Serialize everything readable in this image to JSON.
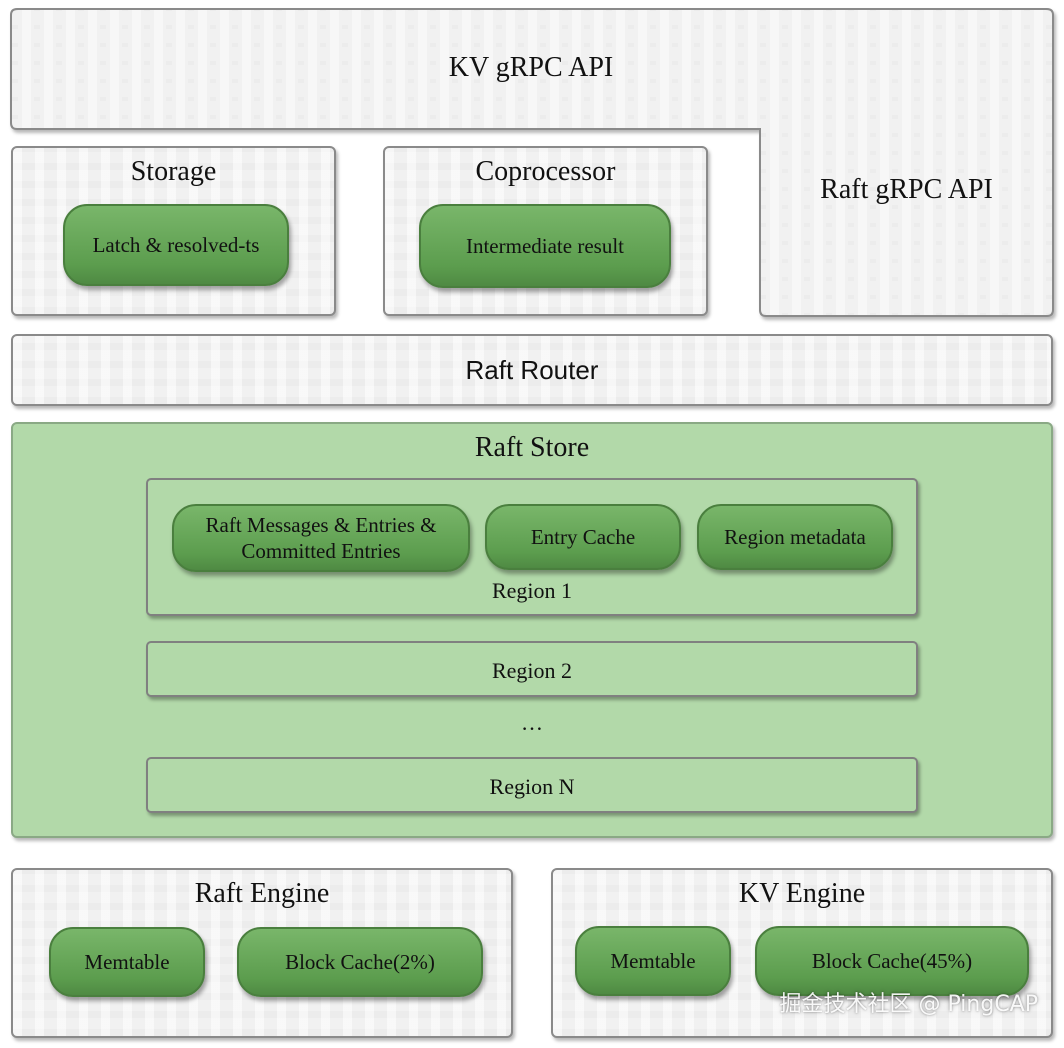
{
  "api": {
    "kv_grpc_api": "KV gRPC API",
    "raft_grpc_api": "Raft gRPC API"
  },
  "storage": {
    "title": "Storage",
    "latch_label": "Latch & resolved-ts"
  },
  "coprocessor": {
    "title": "Coprocessor",
    "intermediate_label": "Intermediate result"
  },
  "raft_router": "Raft Router",
  "raft_store": {
    "title": "Raft Store",
    "region1": {
      "label": "Region 1",
      "messages_line1": "Raft Messages & Entries &",
      "messages_line2": "Committed Entries",
      "entry_cache": "Entry Cache",
      "region_metadata": "Region metadata"
    },
    "region2": "Region 2",
    "ellipsis": "…",
    "regionN": "Region N"
  },
  "raft_engine": {
    "title": "Raft Engine",
    "memtable": "Memtable",
    "block_cache": "Block Cache(2%)"
  },
  "kv_engine": {
    "title": "KV Engine",
    "memtable": "Memtable",
    "block_cache": "Block Cache(45%)"
  },
  "watermark": "掘金技术社区 @ PingCAP",
  "colors": {
    "component_fill": "#f1f1f1",
    "raft_store_fill": "#b2d9a9",
    "pill_fill": "#5c9d4e"
  }
}
